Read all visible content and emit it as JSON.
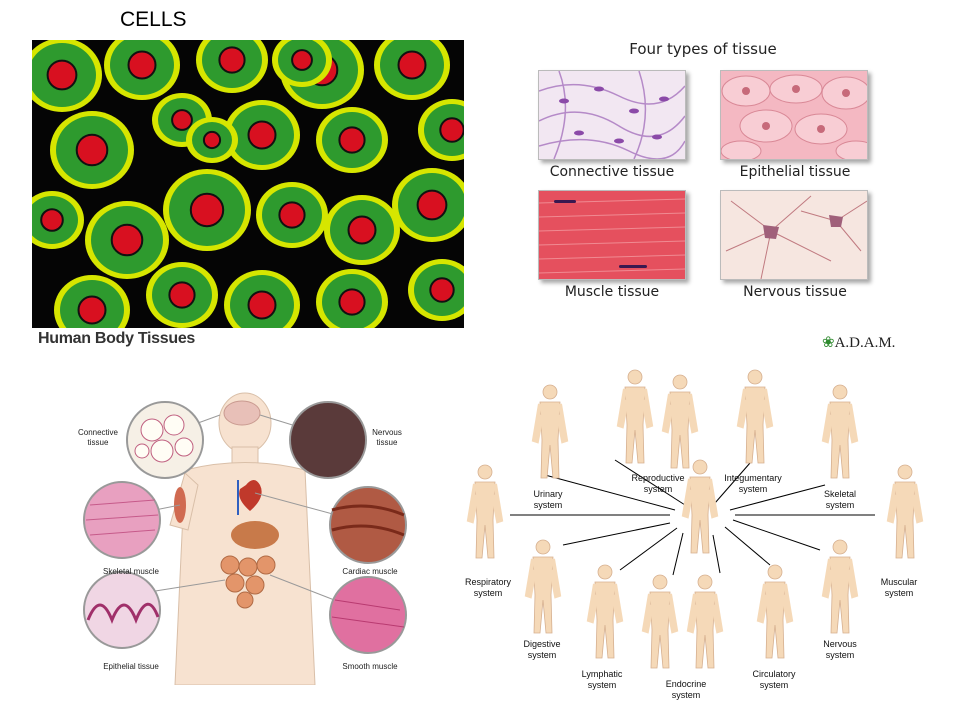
{
  "page": {
    "title": "CELLS"
  },
  "tissues": {
    "heading": "Four types of tissue",
    "panels": [
      {
        "label": "Connective tissue"
      },
      {
        "label": "Epithelial tissue"
      },
      {
        "label": "Muscle tissue"
      },
      {
        "label": "Nervous tissue"
      }
    ]
  },
  "human_body": {
    "title": "Human Body Tissues",
    "labels": {
      "connective": "Connective tissue",
      "nervous": "Nervous tissue",
      "skeletal": "Skeletal muscle",
      "cardiac": "Cardiac muscle",
      "epithelial": "Epithelial tissue",
      "smooth": "Smooth muscle"
    }
  },
  "systems": {
    "logo": "A.D.A.M.",
    "labels": {
      "reproductive": "Reproductive\nsystem",
      "integumentary": "Integumentary\nsystem",
      "urinary": "Urinary\nsystem",
      "skeletal": "Skeletal\nsystem",
      "respiratory": "Respiratory\nsystem",
      "muscular": "Muscular\nsystem",
      "digestive": "Digestive\nsystem",
      "nervous": "Nervous\nsystem",
      "lymphatic": "Lymphatic\nsystem",
      "endocrine": "Endocrine\nsystem",
      "circulatory": "Circulatory\nsystem"
    }
  },
  "colors": {
    "cell_green": "#2e9a2e",
    "cell_yellow": "#d6e600",
    "nucleus": "#d81020",
    "skin": "#f5d9b8"
  }
}
